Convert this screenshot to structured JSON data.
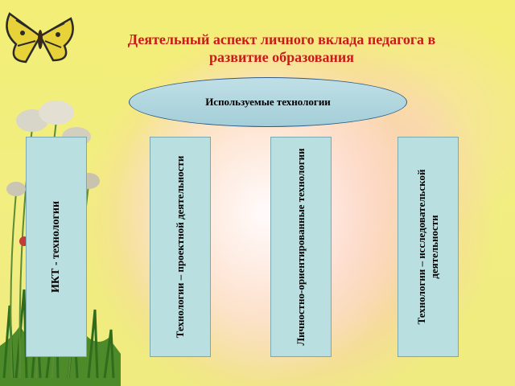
{
  "title": {
    "line1": "Деятельный аспект личного вклада педагога в",
    "line2": "развитие образования"
  },
  "center_node": {
    "label": "Используемые технологии"
  },
  "boxes": [
    {
      "label": "ИКТ - технологии"
    },
    {
      "label": "Технологии – проектной деятельности"
    },
    {
      "label": "Личностно-ориентированные технологии"
    },
    {
      "label": "Технологии – исследовательской деятельности"
    }
  ],
  "colors": {
    "title": "#cc1a1a",
    "background": "#f2ee80",
    "box_fill": "#b9dfe1",
    "ellipse_fill": "#a3ced8",
    "ellipse_border": "#2c5b8a"
  },
  "decor": {
    "butterfly": "butterfly-icon",
    "plants": "grass-flowers-illustration"
  }
}
